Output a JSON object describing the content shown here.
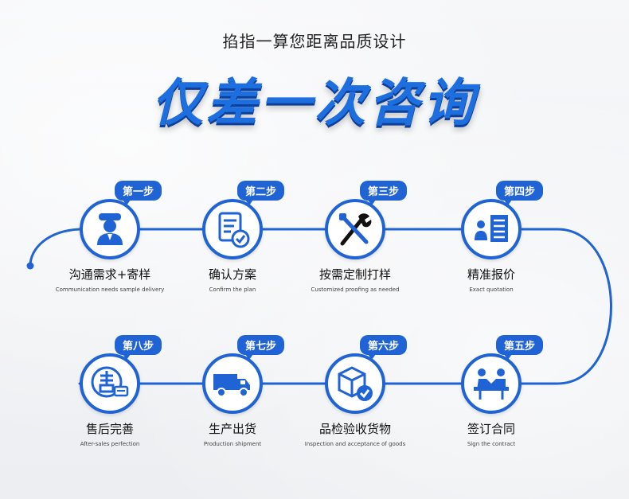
{
  "header": {
    "subtitle": "掐指一算您距离品质设计",
    "headline": "仅差一次咨询"
  },
  "colors": {
    "accent": "#1f63d4",
    "headline": "#1d6fe0",
    "flow_line": "#1f63d4"
  },
  "steps": [
    {
      "badge": "第一步",
      "title": "沟通需求+寄样",
      "subtitle": "Communication needs sample delivery",
      "icon": "customer-service-icon"
    },
    {
      "badge": "第二步",
      "title": "确认方案",
      "subtitle": "Confirm the plan",
      "icon": "document-check-icon"
    },
    {
      "badge": "第三步",
      "title": "按需定制打样",
      "subtitle": "Customized proofing as needed",
      "icon": "tools-icon"
    },
    {
      "badge": "第四步",
      "title": "精准报价",
      "subtitle": "Exact quotation",
      "icon": "quotation-list-icon"
    },
    {
      "badge": "第五步",
      "title": "签订合同",
      "subtitle": "Sign the contract",
      "icon": "handshake-desk-icon"
    },
    {
      "badge": "第六步",
      "title": "品检验收货物",
      "subtitle": "Inspection and acceptance of goods",
      "icon": "package-check-icon"
    },
    {
      "badge": "第七步",
      "title": "生产出货",
      "subtitle": "Production shipment",
      "icon": "delivery-truck-icon"
    },
    {
      "badge": "第八步",
      "title": "售后完善",
      "subtitle": "After-sales perfection",
      "icon": "after-sales-icon"
    }
  ]
}
